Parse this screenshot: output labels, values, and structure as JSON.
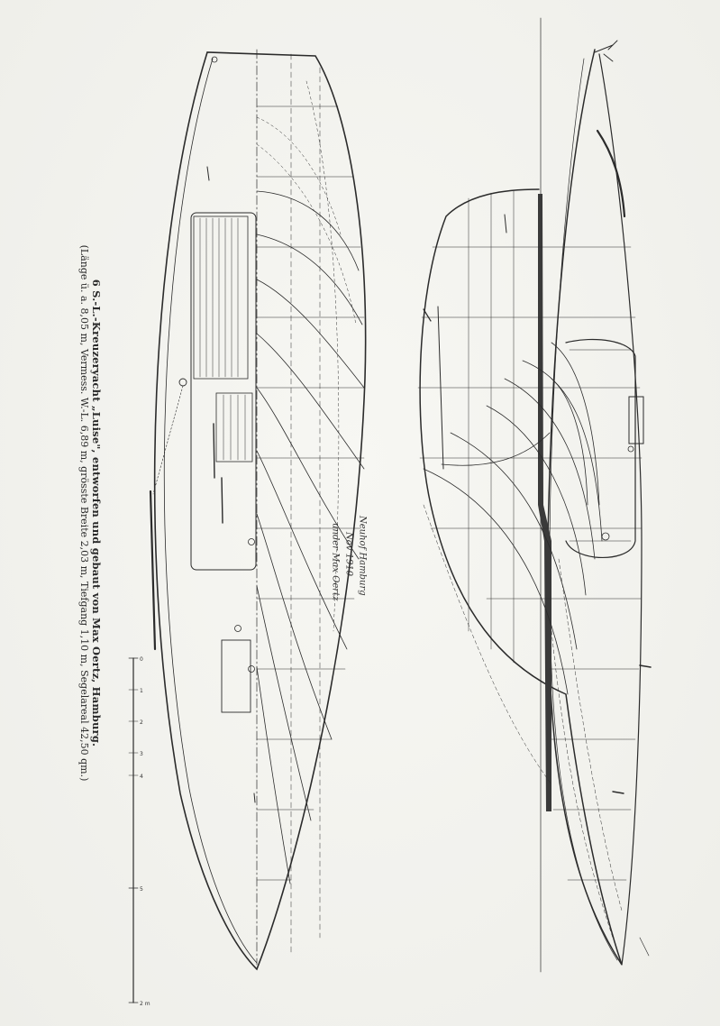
{
  "caption": {
    "title": "6 S.-L.-Kreuzeryacht „Luise\", entworfen und gebaut von Max Oertz, Hamburg.",
    "dimensions": "(Länge ü. a. 8,05 m, Vermess. W.-L. 6,89 m, grösste Breite 2,03 m, Tiefgang 1,10 m, Segelareal 42,50 qm.)"
  },
  "signature": {
    "lines": [
      "Neuhof Hamburg",
      "Nov 1910",
      "under Max Oertz"
    ]
  },
  "scale": {
    "ticks": [
      "0",
      "1",
      "2",
      "3",
      "4",
      "5"
    ],
    "unit_label": "2 m"
  },
  "colors": {
    "ink": "#2b2b2b",
    "paper": "#f3f3ef",
    "planking": "#3a3a3a"
  }
}
